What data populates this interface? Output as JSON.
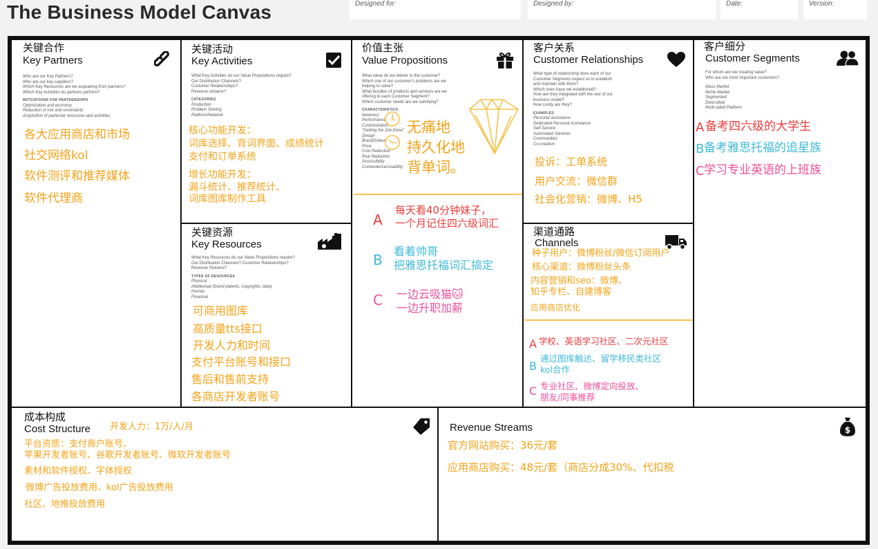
{
  "header": {
    "title": "The Business Model Canvas",
    "designed_for": "Designed for:",
    "designed_by": "Designed by:",
    "date": "Date:",
    "version": "Version:"
  },
  "key_partners": {
    "cn": "关键合作",
    "en": "Key Partners",
    "icon": "link-icon",
    "questions": [
      "Who are our Key Partners?",
      "Who are our key suppliers?",
      "Which Key Resources are we acquairing from partners?",
      "Which Key Activities do partners perform?"
    ],
    "motivations_title": "MOTIVATIONS FOR PARTNERSHIPS",
    "motivations": [
      "Optimization and economy",
      "Reduction of risk and uncertainty",
      "Acquisition of particular resources and activities"
    ],
    "notes": [
      "各大应用商店和市场",
      "社交网络kol",
      "软件测评和推荐媒体",
      "软件代理商"
    ]
  },
  "key_activities": {
    "cn": "关键活动",
    "en": "Key Activities",
    "icon": "checkbox-icon",
    "questions": [
      "What Key Activities do our Value Propositions require?",
      "Our Distribution Channels?",
      "Customer Relationships?",
      "Revenue streams?"
    ],
    "categories_title": "CATEGORIES",
    "categories": [
      "Production",
      "Problem Solving",
      "Platform/Network"
    ],
    "notes": [
      "核心功能开发：",
      "词库选择、背词界面、成绩统计",
      "支付和订单系统",
      "增长功能开发：",
      "漏斗统计、推荐统计、",
      "词库图库制作工具"
    ]
  },
  "key_resources": {
    "cn": "关键资源",
    "en": "Key Resources",
    "icon": "factory-icon",
    "questions": [
      "What Key Resources do our Value Propositions require?",
      "Our Distribution Channels? Customer Relationships?",
      "Revenue Streams?"
    ],
    "types_title": "TYPES OF RESOURCES",
    "types": [
      "Physical",
      "Intellectual (brand patents, copyrights, data)",
      "Human",
      "Financial"
    ],
    "notes": [
      "可商用图库",
      "高质量tts接口",
      "开发人力和时间",
      "支付平台账号和接口",
      "售后和售前支持",
      "各商店开发者账号"
    ]
  },
  "value_propositions": {
    "cn": "价值主张",
    "en": "Value Propositions",
    "icon": "gift-icon",
    "questions": [
      "What value do we deliver to the customer?",
      "Which one of our customer's problems are we",
      "helping to solve?",
      "What bundles of products and services are we",
      "offering to each Customer Segment?",
      "Which customer needs are we satisfying?"
    ],
    "characteristics_title": "CHARACTERISTICS",
    "characteristics": [
      "Newness",
      "Performance",
      "Customization",
      "\"Getting the Job Done\"",
      "Design",
      "Brand/Status",
      "Price",
      "Cost Reduction",
      "Risk Reduction",
      "Accessibility",
      "Convenience/Usability"
    ],
    "headline": [
      "无痛地",
      "持久化地",
      "背单词。"
    ],
    "items": [
      {
        "marker": "A",
        "lines": [
          "每天看40分钟妹子，",
          "一个月记住四六级词汇"
        ]
      },
      {
        "marker": "B",
        "lines": [
          "看着帅哥",
          "把雅思托福词汇搞定"
        ]
      },
      {
        "marker": "C",
        "lines": [
          "一边云吸猫🐱",
          "一边升职加薪"
        ]
      }
    ]
  },
  "customer_relationships": {
    "cn": "客户关系",
    "en": "Customer Relationships",
    "icon": "heart-icon",
    "questions": [
      "What type of relationship does each of our",
      "Customer Segments expect us to establish",
      "and maintain with them?",
      "Which ones have we established?",
      "How are they integrated with the rest of our",
      "business model?",
      "How costly are they?"
    ],
    "examples_title": "EXAMPLES",
    "examples": [
      "Personal assistance",
      "Dedicated Personal Assistance",
      "Self-Service",
      "Automated Services",
      "Communities",
      "Co-creation"
    ],
    "notes": [
      "投诉：工单系统",
      "用户交流：微信群",
      "社会化营销：微博、H5"
    ]
  },
  "channels": {
    "cn": "渠道通路",
    "en": "Channels",
    "icon": "truck-icon",
    "notes": [
      "种子用户：微博粉丝/微信订阅用户",
      "核心渠道：微博粉丝头条",
      "内容营销和seo：微博、",
      "知乎专栏、自建博客",
      "应用商店优化"
    ],
    "items": [
      {
        "marker": "A",
        "lines": [
          "学校、英语学习社区、二次元社区"
        ]
      },
      {
        "marker": "B",
        "lines": [
          "通过图库触达、留学移民类社区",
          "kol合作"
        ]
      },
      {
        "marker": "C",
        "lines": [
          "专业社区、微博定向投放、",
          "朋友/同事推荐"
        ]
      }
    ]
  },
  "customer_segments": {
    "cn": "客户细分",
    "en": "Customer Segments",
    "icon": "users-icon",
    "questions": [
      "For whom are we creating value?",
      "Who are our most important customers?"
    ],
    "types": [
      "Mass Market",
      "Niche Market",
      "Segmented",
      "Diversified",
      "Multi-sided Platform"
    ],
    "items": [
      {
        "marker": "A",
        "text": "备考四六级的大学生"
      },
      {
        "marker": "B",
        "text": "备考雅思托福的追星族"
      },
      {
        "marker": "C",
        "text": "学习专业英语的上班族"
      }
    ]
  },
  "cost_structure": {
    "cn": "成本构成",
    "en": "Cost Structure",
    "icon": "tag-icon",
    "inline_note": "开发人力：1万/人/月",
    "notes": [
      "平台资质：支付商户账号、",
      "苹果开发者账号、谷歌开发者账号、微软开发者账号",
      "素材和软件授权、字体授权",
      "微博广告投放费用、kol广告投放费用",
      "社区、地推投放费用"
    ]
  },
  "revenue_streams": {
    "en": "Revenue Streams",
    "icon": "money-bag-icon",
    "notes": [
      "官方网站购买：36元/套",
      "应用商店购买：48元/套（商店分成30%、代扣税"
    ]
  }
}
